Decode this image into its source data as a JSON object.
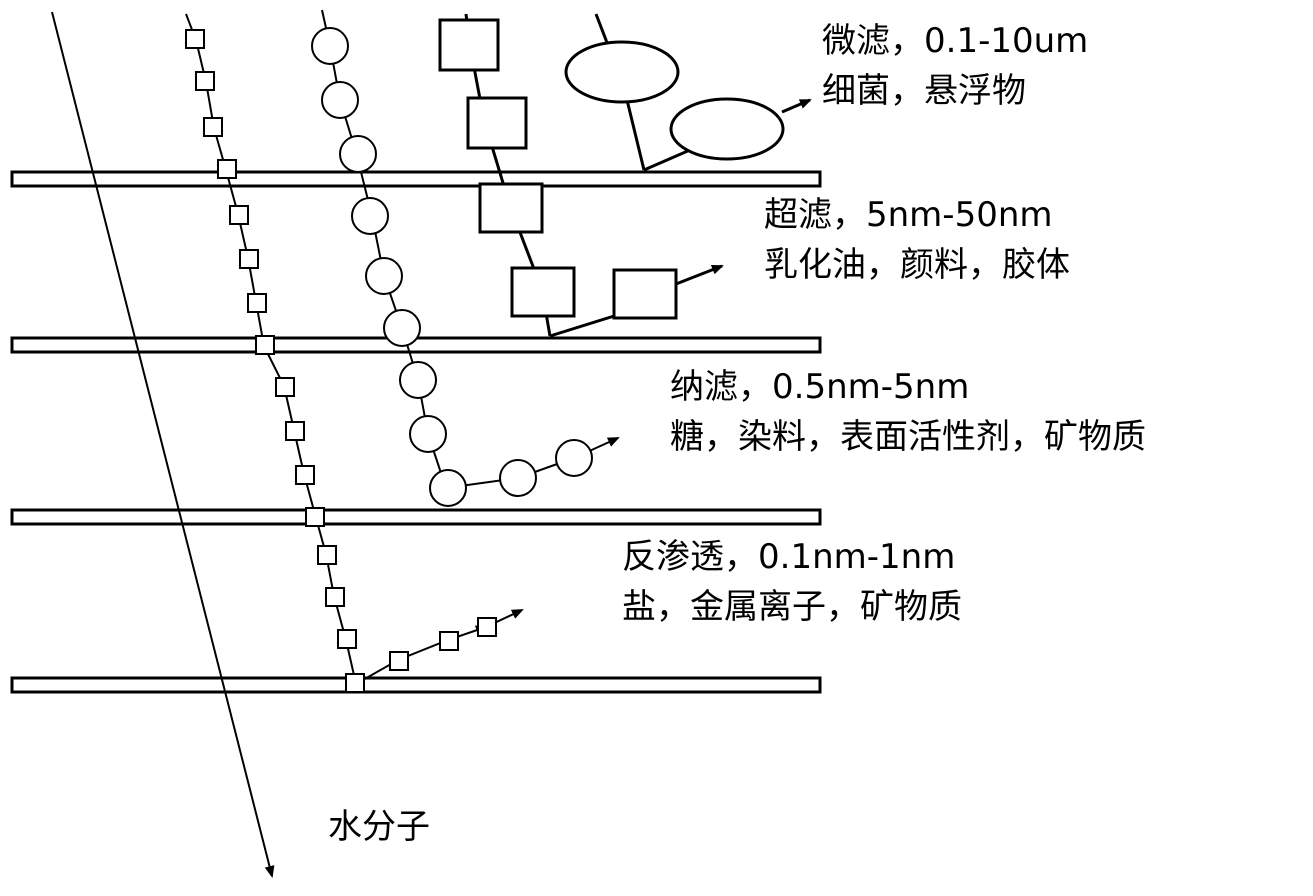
{
  "membranes": [
    {
      "name": "微滤",
      "range": "0.1-10um",
      "substances": "细菌，悬浮物"
    },
    {
      "name": "超滤",
      "range": "5nm-50nm",
      "substances": "乳化油，颜料，胶体"
    },
    {
      "name": "纳滤",
      "range": "0.5nm-5nm",
      "substances": "糖，染料，表面活性剂，矿物质"
    },
    {
      "name": "反渗透",
      "range": "0.1nm-1nm",
      "substances": "盐，金属离子，矿物质"
    }
  ],
  "labels": {
    "mf_line1": "微滤，0.1-10um",
    "mf_line2": "细菌，悬浮物",
    "uf_line1": "超滤，5nm-50nm",
    "uf_line2": "乳化油，颜料，胶体",
    "nf_line1": "纳滤，0.5nm-5nm",
    "nf_line2": "糖，染料，表面活性剂，矿物质",
    "ro_line1": "反渗透，0.1nm-1nm",
    "ro_line2": "盐，金属离子，矿物质",
    "water": "水分子"
  },
  "colors": {
    "stroke": "#000000",
    "fill": "#ffffff"
  }
}
